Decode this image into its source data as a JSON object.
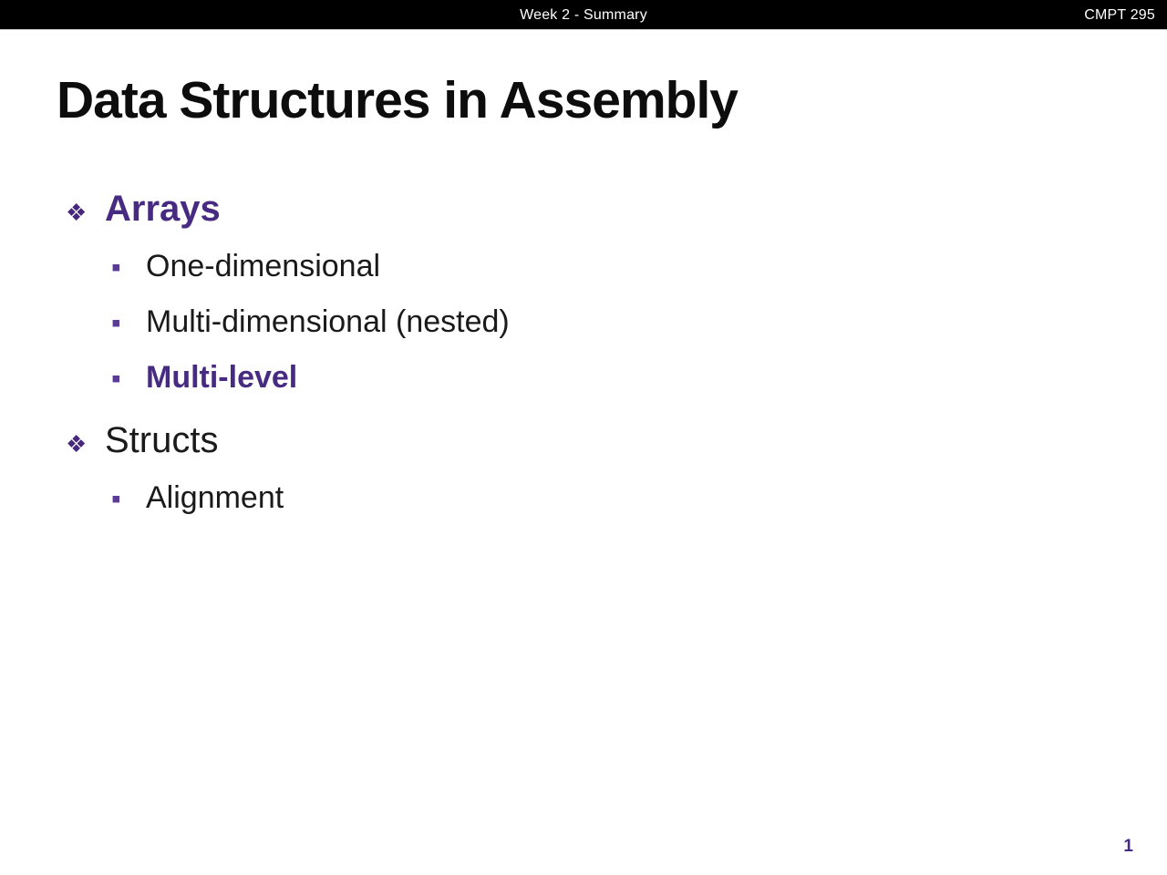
{
  "header": {
    "center_title": "Week 2 - Summary",
    "course_code": "CMPT 295"
  },
  "slide": {
    "title": "Data Structures in Assembly",
    "bullets": [
      {
        "level": 1,
        "text": "Arrays",
        "emphasis": true
      },
      {
        "level": 2,
        "text": "One-dimensional",
        "emphasis": false
      },
      {
        "level": 2,
        "text": "Multi-dimensional (nested)",
        "emphasis": false
      },
      {
        "level": 2,
        "text": "Multi-level",
        "emphasis": true
      },
      {
        "level": 1,
        "text": "Structs",
        "emphasis": false
      },
      {
        "level": 2,
        "text": "Alignment",
        "emphasis": false
      }
    ],
    "page_number": "1"
  },
  "icons": {
    "diamond_bullet": "❖",
    "square_bullet": "▪"
  },
  "colors": {
    "accent_purple": "#472b82",
    "diamond_purple": "#45277b",
    "square_purple": "#5a3b96",
    "header_bg": "#000000",
    "header_text": "#ffffff",
    "body_text": "#1a1a1a",
    "background": "#ffffff"
  }
}
